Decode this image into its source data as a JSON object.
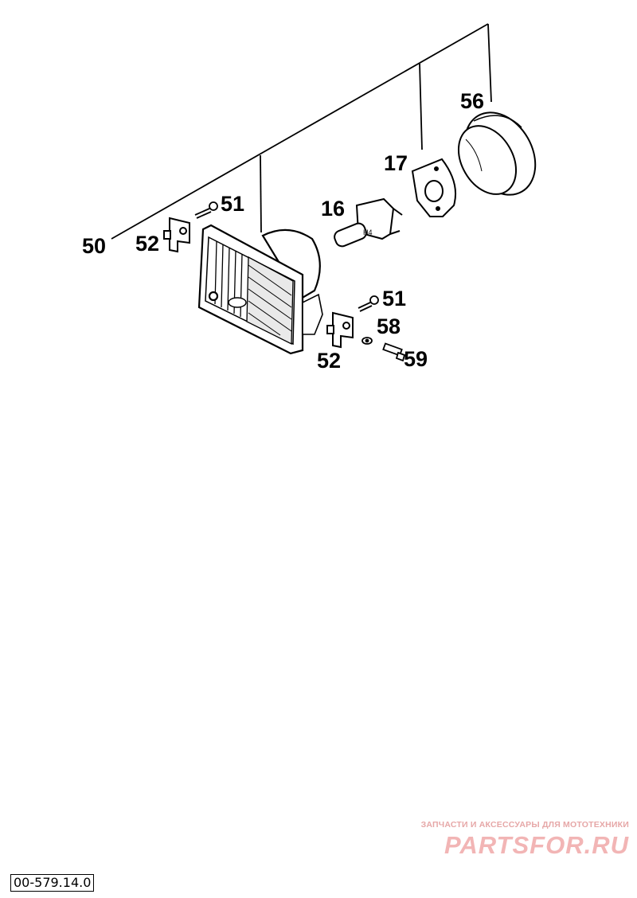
{
  "diagram": {
    "callouts": {
      "headlight_assembly": "50",
      "screw_upper": "51",
      "bracket_upper": "52",
      "bulb": "16",
      "bulb_holder_ring": "17",
      "rubber_cap": "56",
      "screw_lower": "51",
      "washer": "58",
      "adjusting_screw": "59",
      "bracket_lower": "52"
    }
  },
  "watermark": {
    "tagline": "ЗАПЧАСТИ И АКСЕССУАРЫ ДЛЯ МОТОТЕХНИКИ",
    "brand": "PARTSFOR.RU"
  },
  "footer": {
    "drawing_number": "00-579.14.0"
  }
}
